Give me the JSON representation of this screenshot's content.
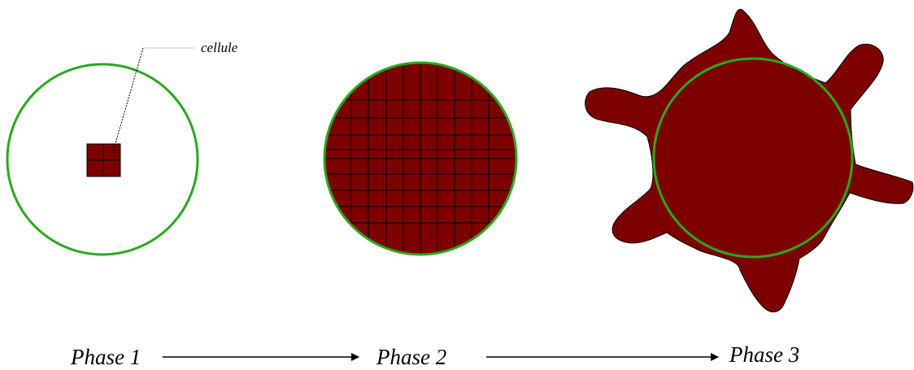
{
  "labels": {
    "cell": "cellule",
    "phase1": "Phase 1",
    "phase2": "Phase 2",
    "phase3": "Phase 3"
  },
  "colors": {
    "tissue": "#7d0000",
    "boundary": "#2aa81e",
    "grid": "#000000",
    "leader": "#000000",
    "background": "#ffffff"
  }
}
